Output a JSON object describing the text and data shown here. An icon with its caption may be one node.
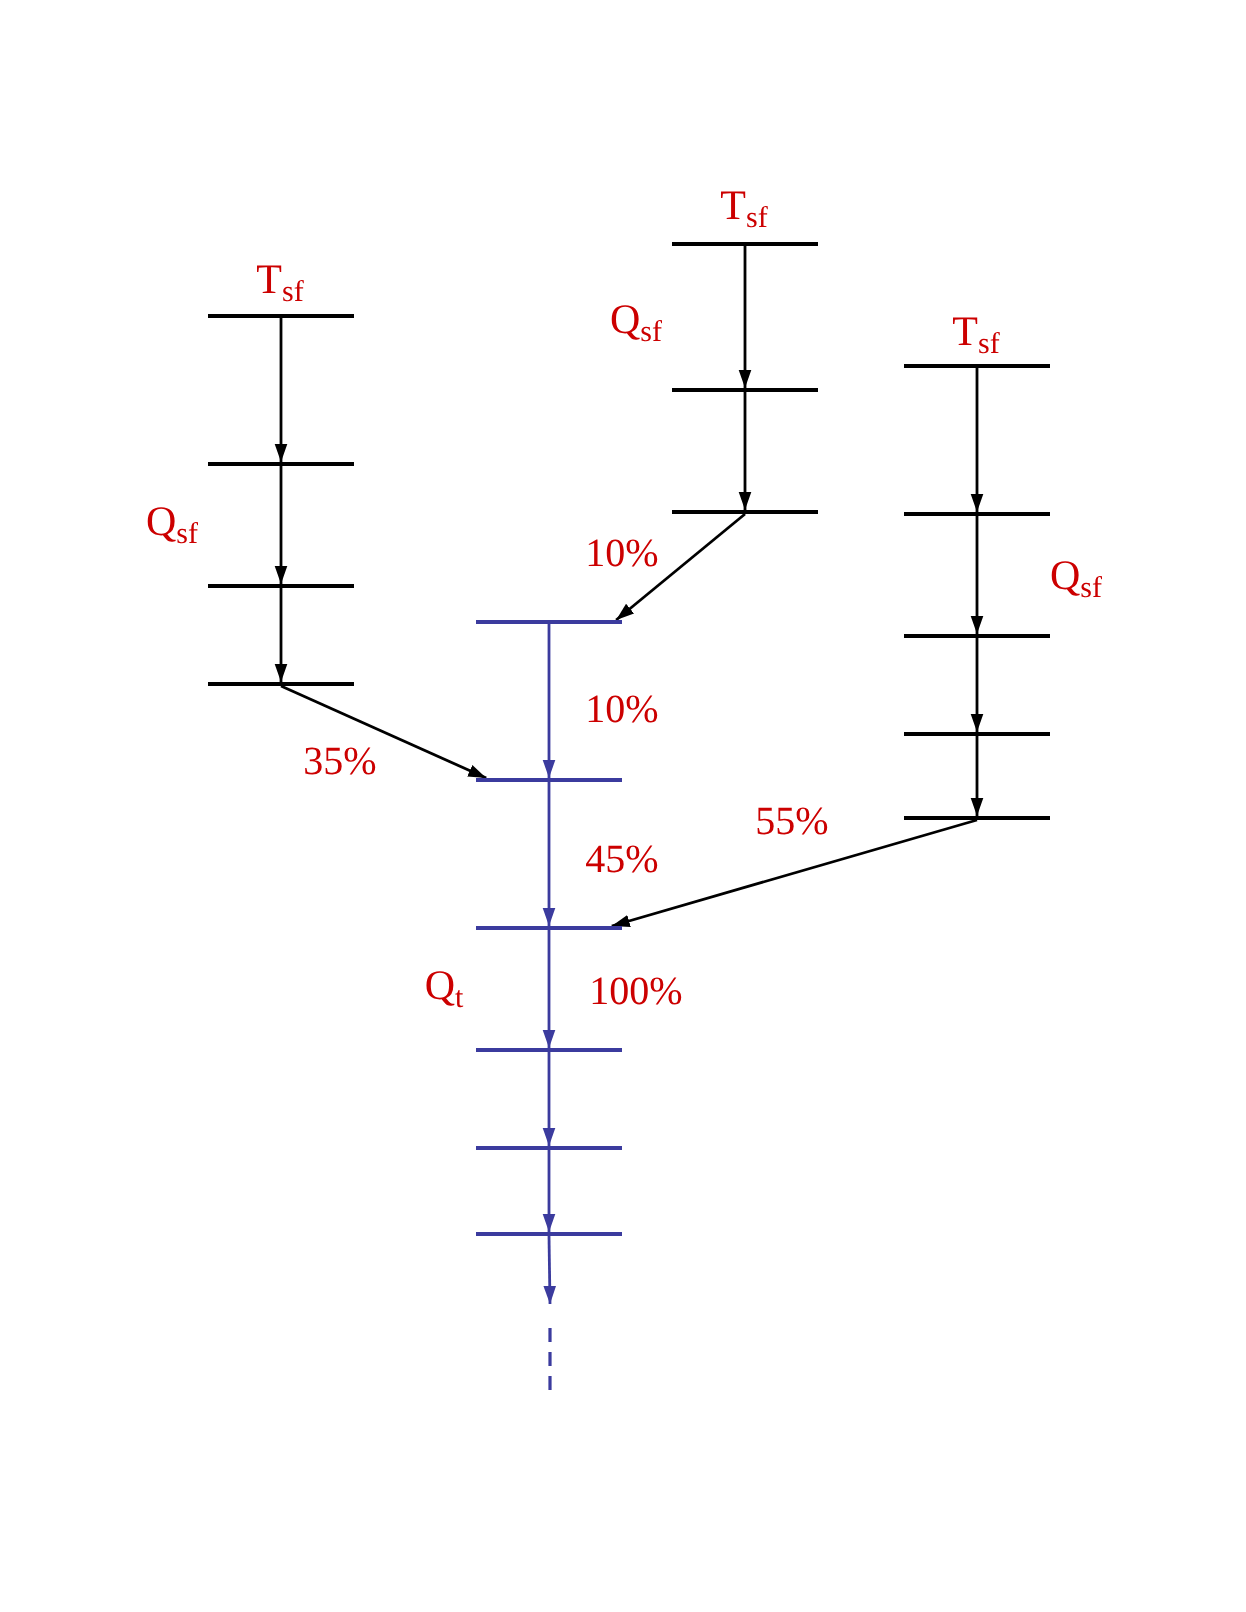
{
  "diagram": {
    "nodes": [
      {
        "text": [],
        "shape": "bar"
      },
      {
        "text": [],
        "shape": "bar"
      },
      {
        "text": [],
        "shape": "bar"
      },
      {
        "text": [],
        "shape": "bar"
      },
      {
        "text": [],
        "shape": "bar"
      },
      {
        "text": [],
        "shape": "bar"
      },
      {
        "text": [],
        "shape": "bar"
      },
      {
        "text": [],
        "shape": "bar"
      },
      {
        "text": [],
        "shape": "bar"
      },
      {
        "text": [],
        "shape": "bar"
      },
      {
        "text": [],
        "shape": "bar"
      },
      {
        "text": [],
        "shape": "bar"
      },
      {
        "text": [],
        "shape": "bar"
      },
      {
        "text": [],
        "shape": "bar"
      },
      {
        "text": [],
        "shape": "bar"
      },
      {
        "text": [],
        "shape": "bar"
      },
      {
        "text": [],
        "shape": "bar"
      },
      {
        "text": [],
        "shape": "bar"
      }
    ],
    "edges": [
      {
        "from": 1,
        "to": 4,
        "arrow": "to"
      },
      {
        "from": 4,
        "to": 7,
        "arrow": "to"
      },
      {
        "from": 7,
        "to": 10,
        "arrow": "to"
      },
      {
        "from": 10,
        "to": 12,
        "arrow": "to",
        "label": "35%"
      },
      {
        "from": 0,
        "to": 3,
        "arrow": "to"
      },
      {
        "from": 3,
        "to": 5,
        "arrow": "to"
      },
      {
        "from": 5,
        "to": 8,
        "arrow": "to",
        "label": "10%"
      },
      {
        "from": 2,
        "to": 6,
        "arrow": "to"
      },
      {
        "from": 6,
        "to": 9,
        "arrow": "to"
      },
      {
        "from": 9,
        "to": 11,
        "arrow": "to"
      },
      {
        "from": 11,
        "to": 13,
        "arrow": "to"
      },
      {
        "from": 13,
        "to": 14,
        "arrow": "to",
        "label": "55%"
      },
      {
        "from": 8,
        "to": 12,
        "arrow": "to",
        "label": "10%",
        "color": "#3b3b9e"
      },
      {
        "from": 12,
        "to": 14,
        "arrow": "to",
        "label": "45%",
        "color": "#3b3b9e"
      },
      {
        "from": 14,
        "to": 15,
        "arrow": "to",
        "label": "100%",
        "color": "#3b3b9e"
      },
      {
        "from": 15,
        "to": 16,
        "arrow": "to",
        "color": "#3b3b9e"
      },
      {
        "from": 16,
        "to": 17,
        "arrow": "to",
        "color": "#3b3b9e"
      },
      {
        "from": 17,
        "to": null,
        "arrow": "to",
        "color": "#3b3b9e"
      }
    ],
    "labels": [
      "T$_{sf}$",
      "T$_{sf}$",
      "Q$_{sf}$",
      "T$_{sf}$",
      "Q$_{sf}$",
      "Q$_{sf}$",
      "Q$_{t}$"
    ]
  }
}
